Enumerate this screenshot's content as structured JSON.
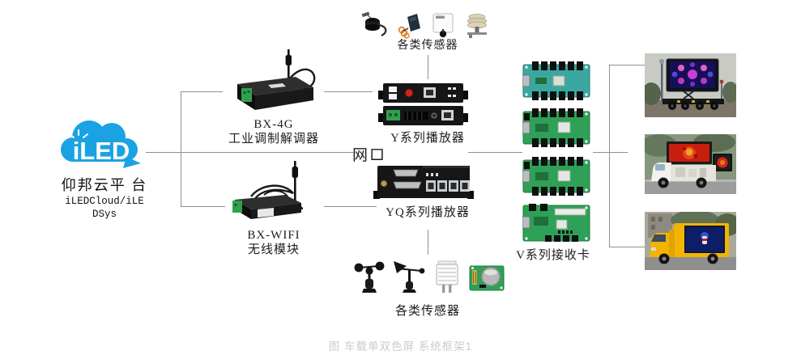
{
  "caption": "图 车载单双色屏 系统框架1",
  "cloud": {
    "logo": "iLED",
    "name_line1": "仰邦云平",
    "name_line2": "台",
    "sub_line1": "iLEDCloud/iLE",
    "sub_line2": "DSys"
  },
  "labels": {
    "bx4g_line1": "BX-4G",
    "bx4g_line2": "工业调制解调器",
    "bxwifi_line1": "BX-WIFI",
    "bxwifi_line2": "无线模块",
    "sensors_top": "各类传感器",
    "sensors_bottom": "各类传感器",
    "player_y": "Y系列播放器",
    "player_yq": "YQ系列播放器",
    "network_port": "网口",
    "receiver_cards": "V系列接收卡"
  },
  "icons": {
    "cloud": "iled-cloud-logo",
    "sensors_top": [
      "cable-probe-sensor",
      "coil-module-sensor",
      "white-box-sensor",
      "stacked-disc-sensor"
    ],
    "sensors_bottom": [
      "anemometer-sensor",
      "wind-vane-sensor",
      "louver-box-sensor",
      "pcb-gas-sensor"
    ],
    "trucks": [
      "trailer-led-screen-photo",
      "white-truck-led-photo",
      "yellow-van-led-photo"
    ]
  },
  "colors": {
    "cloud_blue": "#1ba2e3",
    "pcb_green": "#2fa057",
    "line_gray": "#909090",
    "caption_gray": "#cbcbcb",
    "device_black": "#161616"
  }
}
